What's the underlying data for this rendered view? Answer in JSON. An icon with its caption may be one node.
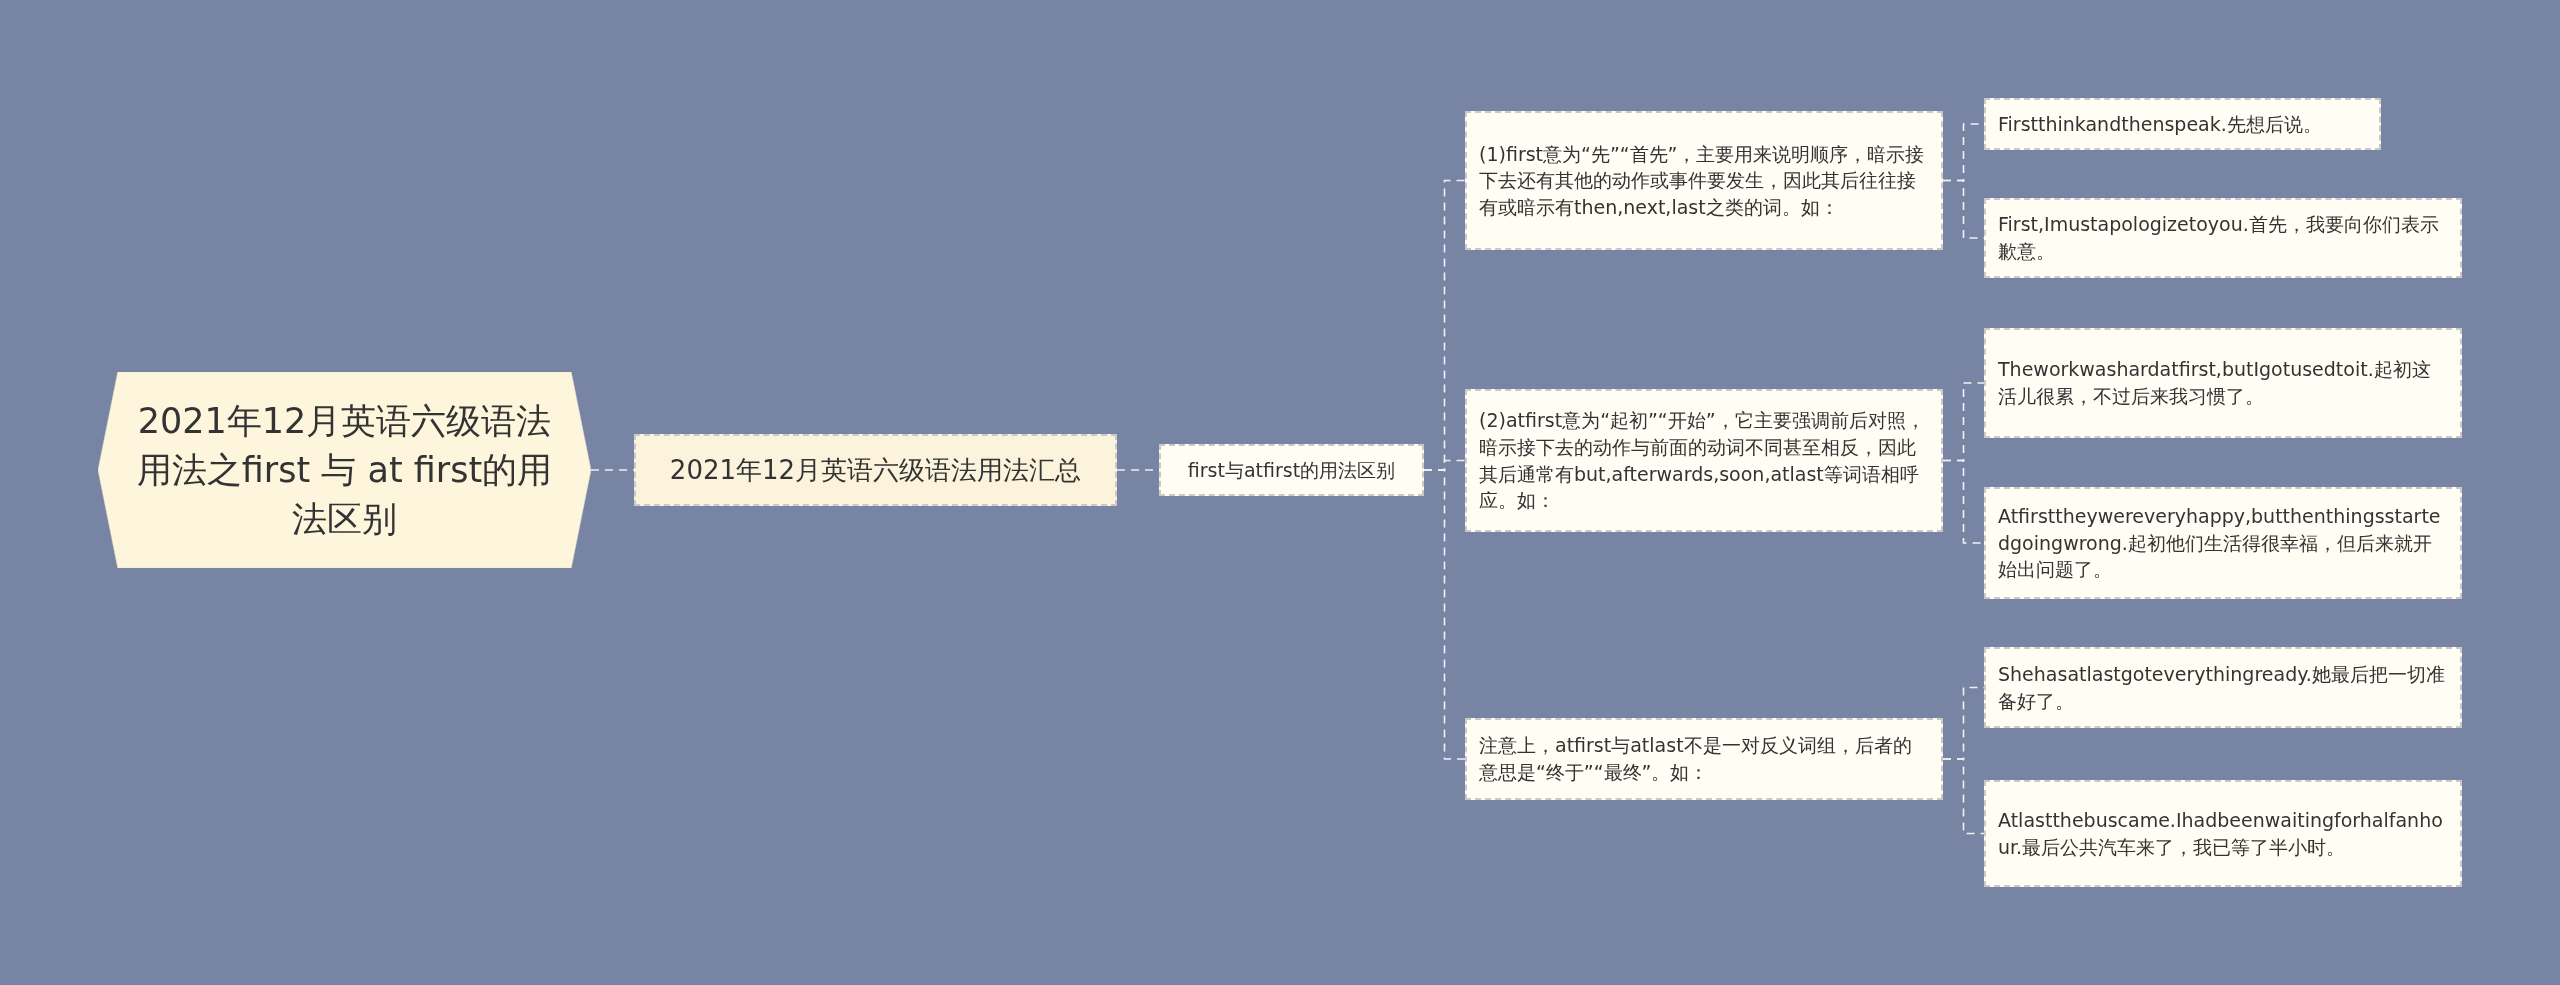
{
  "diagram": {
    "nodes": [
      {
        "text": [
          "2021年12月英语六级语法用法之first 与 at first的用法区别"
        ]
      },
      {
        "text": [
          "2021年12月英语六级语法用法汇总"
        ]
      },
      {
        "text": [
          "first与atfirst的用法区别"
        ]
      },
      {
        "text": [
          "(1)first意为“先”“首先”，主要用来说明顺序，暗示接下去还有其他的动作或事件要发生，因此其后往往接有或暗示有then,next,last之类的词。如："
        ]
      },
      {
        "text": [
          "(2)atfirst意为“起初”“开始”，它主要强调前后对照，暗示接下去的动作与前面的动词不同甚至相反，因此其后通常有but,afterwards,soon,atlast等词语相呼应。如："
        ]
      },
      {
        "text": [
          "注意上，atfirst与atlast不是一对反义词组，后者的意思是“终于”“最终”。如："
        ]
      },
      {
        "text": [
          "Firstthinkandthenspeak.先想后说。"
        ]
      },
      {
        "text": [
          "First,Imustapologizetoyou.首先，我要向你们表示歉意。"
        ]
      },
      {
        "text": [
          "Theworkwashardatfirst,butIgotusedtoit.起初这活儿很累，不过后来我习惯了。"
        ]
      },
      {
        "text": [
          "Atfirsttheywereveryhappy,butthenthingsstartedgoingwrong.起初他们生活得很幸福，但后来就开始出问题了。"
        ]
      },
      {
        "text": [
          "Shehasatlastgoteverythingready.她最后把一切准备好了。"
        ]
      },
      {
        "text": [
          "Atlastthebuscame.Ihadbeenwaitingforhalfanhour.最后公共汽车来了，我已等了半小时。"
        ]
      }
    ],
    "edges": [
      {
        "from": 0,
        "to": 1,
        "arrow": "none",
        "style": "dashed"
      },
      {
        "from": 1,
        "to": 2,
        "arrow": "none",
        "style": "dashed"
      },
      {
        "from": 2,
        "to": 3,
        "arrow": "none",
        "style": "dashed"
      },
      {
        "from": 2,
        "to": 4,
        "arrow": "none",
        "style": "dashed"
      },
      {
        "from": 2,
        "to": 5,
        "arrow": "none",
        "style": "dashed"
      },
      {
        "from": 3,
        "to": 6,
        "arrow": "none",
        "style": "dashed"
      },
      {
        "from": 3,
        "to": 7,
        "arrow": "none",
        "style": "dashed"
      },
      {
        "from": 4,
        "to": 8,
        "arrow": "none",
        "style": "dashed"
      },
      {
        "from": 4,
        "to": 9,
        "arrow": "none",
        "style": "dashed"
      },
      {
        "from": 5,
        "to": 10,
        "arrow": "none",
        "style": "dashed"
      },
      {
        "from": 5,
        "to": 11,
        "arrow": "none",
        "style": "dashed"
      }
    ]
  }
}
